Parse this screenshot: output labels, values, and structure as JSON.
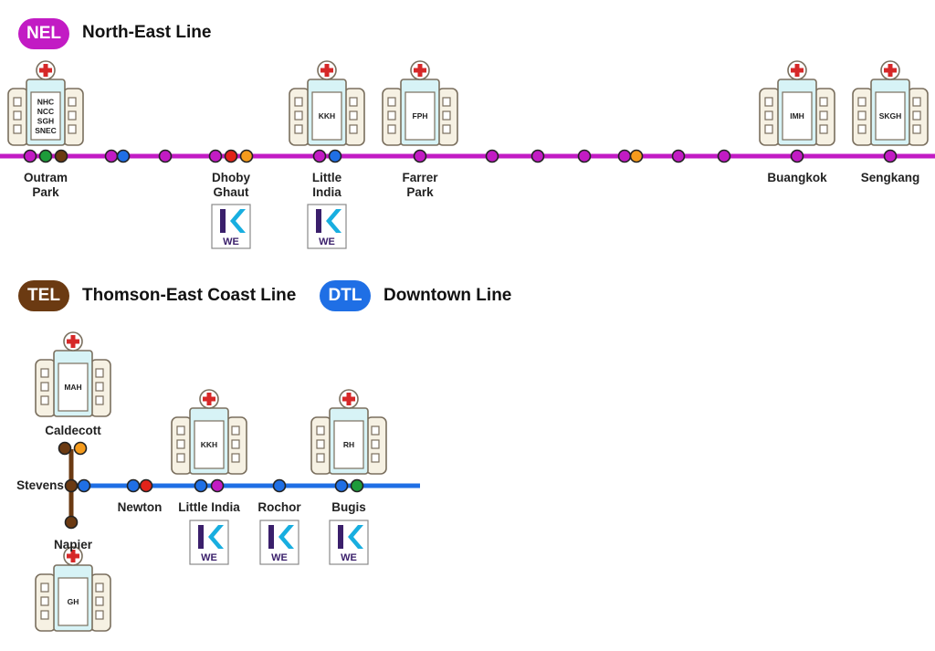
{
  "colors": {
    "nel": "#c21bc4",
    "tel": "#6b3a12",
    "dtl": "#1f6fe5",
    "ewl": "#1d9b3a",
    "nsl": "#e2231a",
    "ccl": "#f59b1c",
    "hospital_outline": "#7a6f5e",
    "hospital_fill": "#f6f1e3",
    "hospital_glass": "#d7f3f6",
    "cross": "#d62828",
    "we_purple": "#3a1f6b",
    "we_cyan": "#18aee0"
  },
  "legend": {
    "nel": {
      "badge": "NEL",
      "name": "North-East Line"
    },
    "tel": {
      "badge": "TEL",
      "name": "Thomson-East Coast Line"
    },
    "dtl": {
      "badge": "DTL",
      "name": "Downtown Line"
    }
  },
  "nel_stations": [
    {
      "name": "Outram\nPark",
      "hospital": [
        "NHC",
        "NCC",
        "SGH",
        "SNEC"
      ],
      "we": false,
      "interchange": [
        "nel",
        "ewl",
        "tel"
      ]
    },
    {
      "name": "Dhoby\nGhaut",
      "hospital": null,
      "we": true,
      "interchange": [
        "nel",
        "nsl",
        "ccl"
      ]
    },
    {
      "name": "Little\nIndia",
      "hospital": [
        "KKH"
      ],
      "we": true,
      "interchange": [
        "nel",
        "dtl"
      ]
    },
    {
      "name": "Farrer\nPark",
      "hospital": [
        "FPH"
      ],
      "we": false,
      "interchange": [
        "nel"
      ]
    },
    {
      "name": "Buangkok",
      "hospital": [
        "IMH"
      ],
      "we": false,
      "interchange": [
        "nel"
      ]
    },
    {
      "name": "Sengkang",
      "hospital": [
        "SKGH"
      ],
      "we": false,
      "interchange": [
        "nel"
      ]
    }
  ],
  "tel_stations": [
    {
      "name": "Caldecott",
      "hospital": [
        "MAH"
      ]
    },
    {
      "name": "Stevens",
      "hospital": null
    },
    {
      "name": "Napier",
      "hospital": [
        "GH"
      ]
    }
  ],
  "dtl_stations": [
    {
      "name": "Newton",
      "hospital": null,
      "we": false
    },
    {
      "name": "Little India",
      "hospital": [
        "KKH"
      ],
      "we": true
    },
    {
      "name": "Rochor",
      "hospital": null,
      "we": true
    },
    {
      "name": "Bugis",
      "hospital": [
        "RH"
      ],
      "we": true
    }
  ],
  "we_logo_text": "WE"
}
